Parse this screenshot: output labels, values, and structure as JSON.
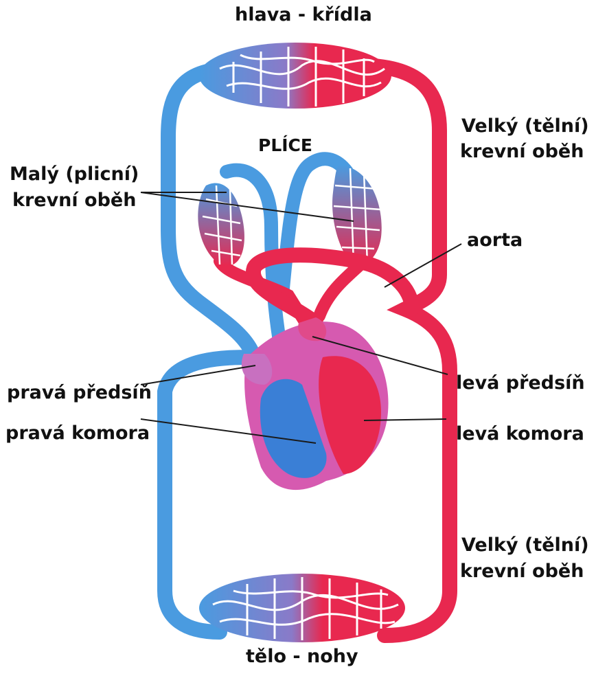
{
  "labels": {
    "head": "hlava - křídla",
    "lungs": "PLÍCE",
    "systemic_top_1": "Velký (tělní)",
    "systemic_top_2": "krevní oběh",
    "pulmonary_1": "Malý (plicní)",
    "pulmonary_2": "krevní oběh",
    "aorta": "aorta",
    "right_atrium": "pravá předsíň",
    "left_atrium": "levá předsíň",
    "right_ventricle": "pravá komora",
    "left_ventricle": "levá komora",
    "systemic_bottom_1": "Velký (tělní)",
    "systemic_bottom_2": "krevní oběh",
    "body": "tělo - nohy"
  },
  "colors": {
    "deoxygenated": "#4a9be0",
    "oxygenated": "#e8284f",
    "heart_outline": "#d65ab0",
    "leader": "#1a1a1a"
  }
}
